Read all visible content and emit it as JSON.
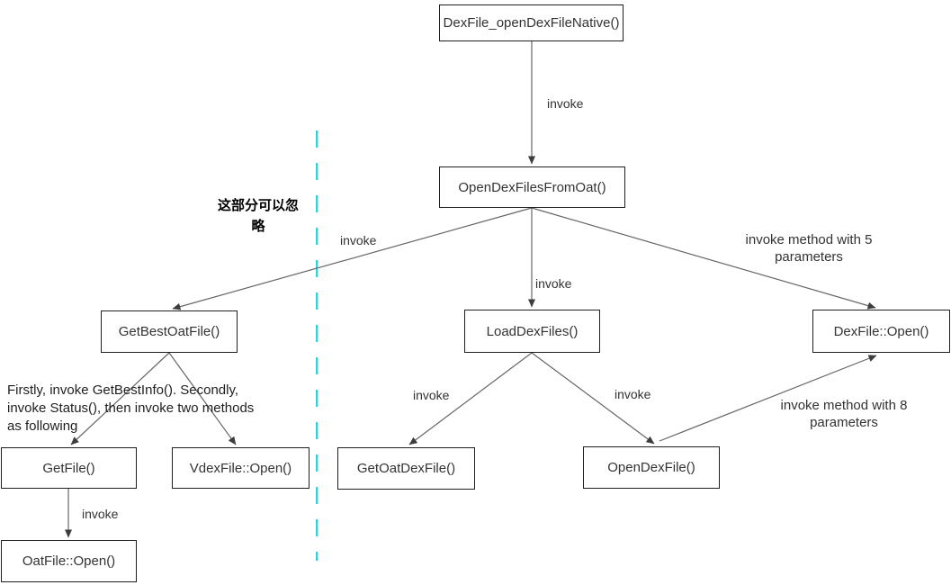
{
  "diagram": {
    "nodes": [
      {
        "id": "dexfile-open-dex-file-native",
        "label": "DexFile_openDexFileNative()"
      },
      {
        "id": "open-dex-files-from-oat",
        "label": "OpenDexFilesFromOat()"
      },
      {
        "id": "get-best-oat-file",
        "label": "GetBestOatFile()"
      },
      {
        "id": "load-dex-files",
        "label": "LoadDexFiles()"
      },
      {
        "id": "dexfile-open",
        "label": "DexFile::Open()"
      },
      {
        "id": "get-file",
        "label": "GetFile()"
      },
      {
        "id": "vdexfile-open",
        "label": "VdexFile::Open()"
      },
      {
        "id": "get-oat-dex-file",
        "label": "GetOatDexFile()"
      },
      {
        "id": "open-dex-file",
        "label": "OpenDexFile()"
      },
      {
        "id": "oatfile-open",
        "label": "OatFile::Open()"
      }
    ],
    "edge_labels": [
      {
        "id": "root-invoke",
        "text": "invoke"
      },
      {
        "id": "left-invoke",
        "text": "invoke"
      },
      {
        "id": "mid-invoke",
        "text": "invoke"
      },
      {
        "id": "five-params",
        "text": "invoke method with 5 parameters"
      },
      {
        "id": "getoatdex-invoke",
        "text": "invoke"
      },
      {
        "id": "opendex-invoke",
        "text": "invoke"
      },
      {
        "id": "eight-params",
        "text": "invoke method with 8 parameters"
      },
      {
        "id": "getfile-invoke",
        "text": "invoke"
      }
    ],
    "annotations": {
      "ignore_note": "这部分可以忽略",
      "method_note_lines": [
        "Firstly, invoke GetBestInfo(). Secondly,",
        "invoke Status(), then invoke two methods",
        "as following"
      ]
    },
    "colors": {
      "divider": "#00e5ef",
      "arrow": "#666666",
      "box_border": "#1f1f1f",
      "text": "#333333"
    }
  }
}
